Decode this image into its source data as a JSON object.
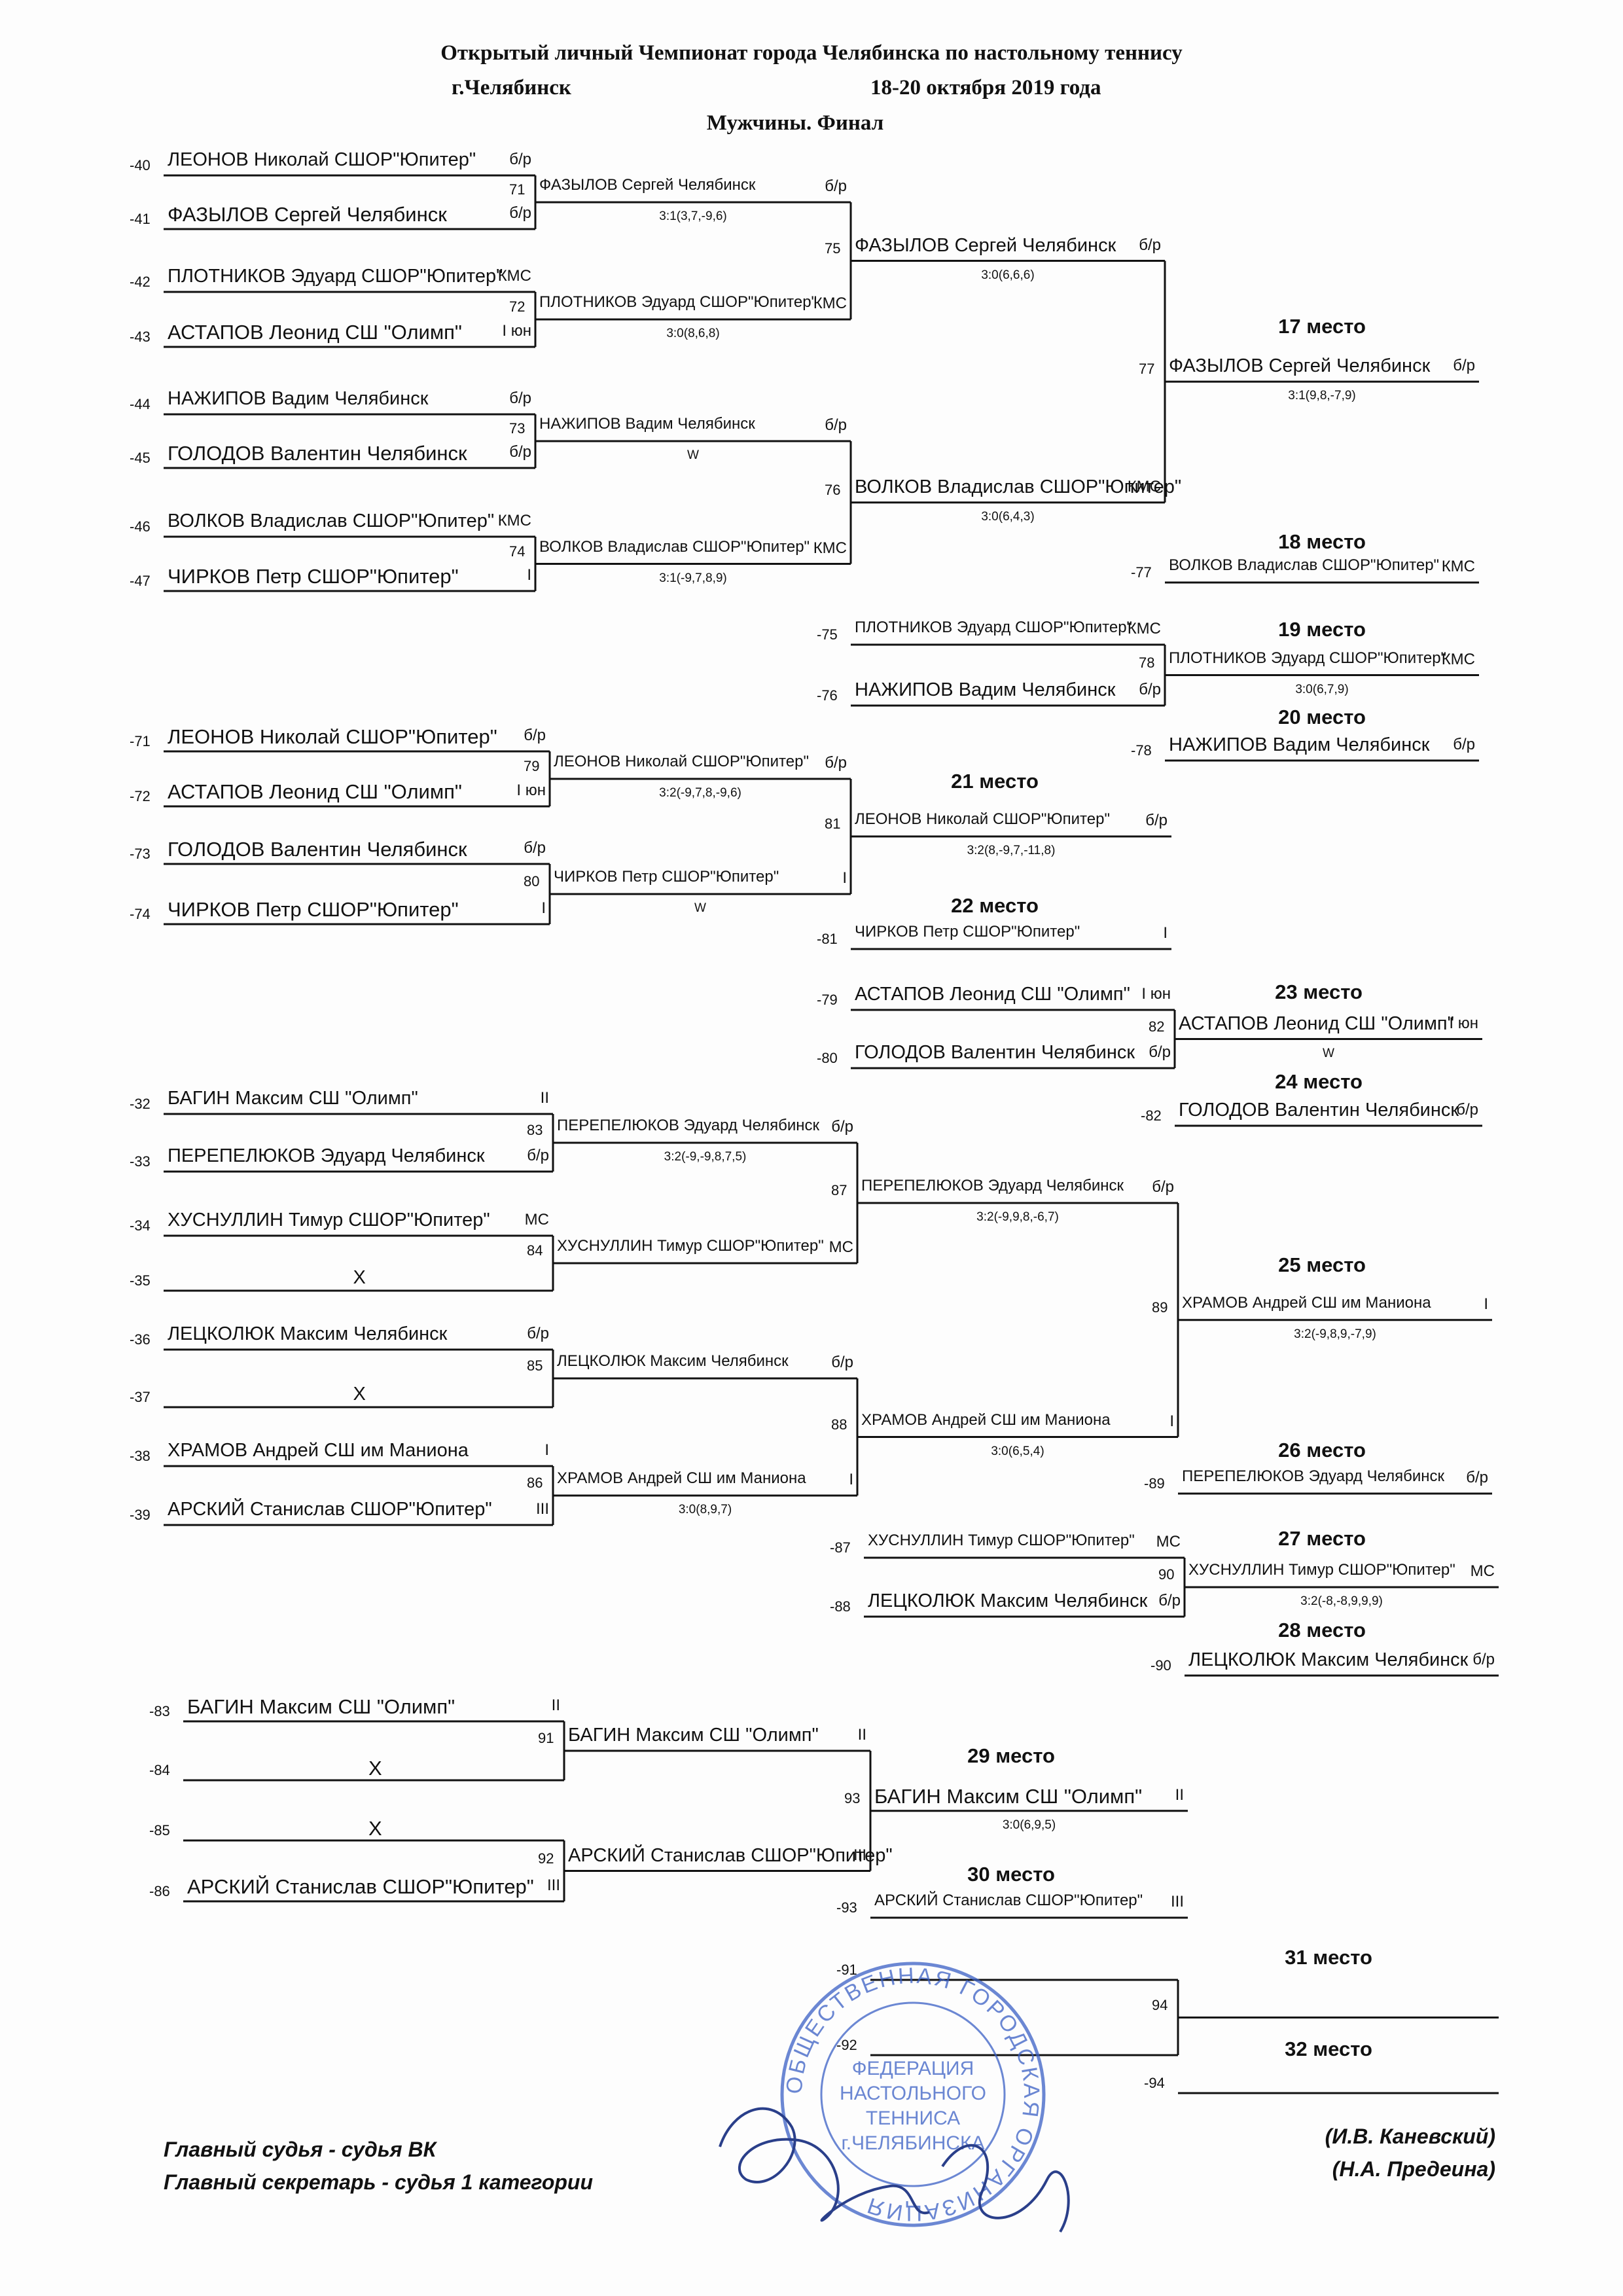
{
  "header": {
    "title": "Открытый  личный Чемпионат  города  Челябинска  по настольному теннису",
    "city": "г.Челябинск",
    "dates": "18-20 октября 2019 года",
    "subtitle": "Мужчины. Финал"
  },
  "bracket": {
    "r1_a": [
      {
        "code": "-40",
        "text": "ЛЕОНОВ Николай  СШОР\"Юпитер\"",
        "rank": "б/р"
      },
      {
        "code": "-41",
        "text": "ФАЗЫЛОВ Сергей  Челябинск",
        "rank": "б/р"
      },
      {
        "code": "-42",
        "text": "ПЛОТНИКОВ Эдуард  СШОР\"Юпитер\"",
        "rank": "КМС"
      },
      {
        "code": "-43",
        "text": "АСТАПОВ Леонид  СШ \"Олимп\"",
        "rank": "I юн"
      },
      {
        "code": "-44",
        "text": "НАЖИПОВ Вадим  Челябинск",
        "rank": "б/р"
      },
      {
        "code": "-45",
        "text": "ГОЛОДОВ Валентин  Челябинск",
        "rank": "б/р"
      },
      {
        "code": "-46",
        "text": "ВОЛКОВ Владислав  СШОР\"Юпитер\"",
        "rank": "КМС"
      },
      {
        "code": "-47",
        "text": "ЧИРКОВ Петр  СШОР\"Юпитер\"",
        "rank": "I"
      }
    ],
    "r2_a": [
      {
        "num": "71",
        "text": "ФАЗЫЛОВ Сергей  Челябинск",
        "rank": "б/р",
        "score": "3:1(3,7,-9,6)"
      },
      {
        "num": "72",
        "text": "ПЛОТНИКОВ Эдуард  СШОР\"Юпитер\"",
        "rank": "КМС",
        "score": "3:0(8,6,8)"
      },
      {
        "num": "73",
        "text": "НАЖИПОВ Вадим  Челябинск",
        "rank": "б/р",
        "score": "W"
      },
      {
        "num": "74",
        "text": "ВОЛКОВ Владислав  СШОР\"Юпитер\"",
        "rank": "КМС",
        "score": "3:1(-9,7,8,9)"
      }
    ],
    "r3_a": [
      {
        "num": "75",
        "text": "ФАЗЫЛОВ Сергей  Челябинск",
        "rank": "б/р",
        "score": "3:0(6,6,6)"
      },
      {
        "num": "76",
        "text": "ВОЛКОВ Владислав  СШОР\"Юпитер\"",
        "rank": "КМС",
        "score": "3:0(6,4,3)"
      }
    ],
    "m77": {
      "num": "77",
      "place": "17 место",
      "text": "ФАЗЫЛОВ Сергей  Челябинск",
      "rank": "б/р",
      "score": "3:1(9,8,-7,9)"
    },
    "p18": {
      "place": "18 место",
      "code": "-77",
      "text": "ВОЛКОВ Владислав  СШОР\"Юпитер\"",
      "rank": "КМС"
    },
    "m78": {
      "top": {
        "code": "-75",
        "text": "ПЛОТНИКОВ Эдуард  СШОР\"Юпитер\"",
        "rank": "КМС"
      },
      "bot": {
        "code": "-76",
        "text": "НАЖИПОВ Вадим  Челябинск",
        "rank": "б/р"
      },
      "num": "78",
      "place": "19 место",
      "text": "ПЛОТНИКОВ Эдуард  СШОР\"Юпитер\"",
      "rank": "КМС",
      "score": "3:0(6,7,9)"
    },
    "p20": {
      "place": "20 место",
      "code": "-78",
      "text": "НАЖИПОВ Вадим  Челябинск",
      "rank": "б/р"
    },
    "r1_b": [
      {
        "code": "-71",
        "text": "ЛЕОНОВ Николай  СШОР\"Юпитер\"",
        "rank": "б/р"
      },
      {
        "code": "-72",
        "text": "АСТАПОВ Леонид  СШ \"Олимп\"",
        "rank": "I юн"
      },
      {
        "code": "-73",
        "text": "ГОЛОДОВ Валентин  Челябинск",
        "rank": "б/р"
      },
      {
        "code": "-74",
        "text": "ЧИРКОВ Петр  СШОР\"Юпитер\"",
        "rank": "I"
      }
    ],
    "r2_b": [
      {
        "num": "79",
        "text": "ЛЕОНОВ Николай  СШОР\"Юпитер\"",
        "rank": "б/р",
        "score": "3:2(-9,7,8,-9,6)"
      },
      {
        "num": "80",
        "text": "ЧИРКОВ Петр  СШОР\"Юпитер\"",
        "rank": "I",
        "score": "W"
      }
    ],
    "m81": {
      "num": "81",
      "place": "21 место",
      "text": "ЛЕОНОВ Николай  СШОР\"Юпитер\"",
      "rank": "б/р",
      "score": "3:2(8,-9,7,-11,8)"
    },
    "p22": {
      "place": "22 место",
      "code": "-81",
      "text": "ЧИРКОВ Петр  СШОР\"Юпитер\"",
      "rank": "I"
    },
    "m82": {
      "top": {
        "code": "-79",
        "text": "АСТАПОВ Леонид  СШ \"Олимп\"",
        "rank": "I юн"
      },
      "bot": {
        "code": "-80",
        "text": "ГОЛОДОВ Валентин  Челябинск",
        "rank": "б/р"
      },
      "num": "82",
      "place": "23 место",
      "text": "АСТАПОВ Леонид  СШ \"Олимп\"",
      "rank": "I юн",
      "score": "W"
    },
    "p24": {
      "place": "24 место",
      "code": "-82",
      "text": "ГОЛОДОВ Валентин  Челябинск",
      "rank": "б/р"
    },
    "r1_c": [
      {
        "code": "-32",
        "text": "БАГИН Максим  СШ \"Олимп\"",
        "rank": "II"
      },
      {
        "code": "-33",
        "text": "ПЕРЕПЕЛЮКОВ Эдуард  Челябинск",
        "rank": "б/р"
      },
      {
        "code": "-34",
        "text": "ХУСНУЛЛИН Тимур  СШОР\"Юпитер\"",
        "rank": "МС"
      },
      {
        "code": "-35",
        "text": "Х",
        "rank": ""
      },
      {
        "code": "-36",
        "text": "ЛЕЦКОЛЮК Максим  Челябинск",
        "rank": "б/р"
      },
      {
        "code": "-37",
        "text": "Х",
        "rank": ""
      },
      {
        "code": "-38",
        "text": "ХРАМОВ Андрей  СШ им Маниона",
        "rank": "I"
      },
      {
        "code": "-39",
        "text": "АРСКИЙ Станислав  СШОР\"Юпитер\"",
        "rank": "III"
      }
    ],
    "r2_c": [
      {
        "num": "83",
        "text": "ПЕРЕПЕЛЮКОВ Эдуард  Челябинск",
        "rank": "б/р",
        "score": "3:2(-9,-9,8,7,5)"
      },
      {
        "num": "84",
        "text": "ХУСНУЛЛИН Тимур  СШОР\"Юпитер\"",
        "rank": "МС",
        "score": ""
      },
      {
        "num": "85",
        "text": "ЛЕЦКОЛЮК Максим  Челябинск",
        "rank": "б/р",
        "score": ""
      },
      {
        "num": "86",
        "text": "ХРАМОВ Андрей  СШ им Маниона",
        "rank": "I",
        "score": "3:0(8,9,7)"
      }
    ],
    "r3_c": [
      {
        "num": "87",
        "text": "ПЕРЕПЕЛЮКОВ Эдуард  Челябинск",
        "rank": "б/р",
        "score": "3:2(-9,9,8,-6,7)"
      },
      {
        "num": "88",
        "text": "ХРАМОВ Андрей  СШ им Маниона",
        "rank": "I",
        "score": "3:0(6,5,4)"
      }
    ],
    "m89": {
      "num": "89",
      "place": "25 место",
      "text": "ХРАМОВ Андрей  СШ им Маниона",
      "rank": "I",
      "score": "3:2(-9,8,9,-7,9)"
    },
    "p26": {
      "place": "26 место",
      "code": "-89",
      "text": "ПЕРЕПЕЛЮКОВ Эдуард  Челябинск",
      "rank": "б/р"
    },
    "m90": {
      "top": {
        "code": "-87",
        "text": "ХУСНУЛЛИН Тимур  СШОР\"Юпитер\"",
        "rank": "МС"
      },
      "bot": {
        "code": "-88",
        "text": "ЛЕЦКОЛЮК Максим  Челябинск",
        "rank": "б/р"
      },
      "num": "90",
      "place": "27 место",
      "text": "ХУСНУЛЛИН Тимур  СШОР\"Юпитер\"",
      "rank": "МС",
      "score": "3:2(-8,-8,9,9,9)"
    },
    "p28": {
      "place": "28 место",
      "code": "-90",
      "text": "ЛЕЦКОЛЮК Максим  Челябинск",
      "rank": "б/р"
    },
    "r1_d": [
      {
        "code": "-83",
        "text": "БАГИН Максим  СШ \"Олимп\"",
        "rank": "II"
      },
      {
        "code": "-84",
        "text": "Х",
        "rank": ""
      },
      {
        "code": "-85",
        "text": "Х",
        "rank": ""
      },
      {
        "code": "-86",
        "text": "АРСКИЙ Станислав  СШОР\"Юпитер\"",
        "rank": "III"
      }
    ],
    "r2_d": [
      {
        "num": "91",
        "text": "БАГИН Максим  СШ \"Олимп\"",
        "rank": "II",
        "score": ""
      },
      {
        "num": "92",
        "text": "АРСКИЙ Станислав  СШОР\"Юпитер\"",
        "rank": "III",
        "score": ""
      }
    ],
    "m93": {
      "num": "93",
      "place": "29 место",
      "text": "БАГИН Максим  СШ \"Олимп\"",
      "rank": "II",
      "score": "3:0(6,9,5)"
    },
    "p30": {
      "place": "30 место",
      "code": "-93",
      "text": "АРСКИЙ Станислав  СШОР\"Юпитер\"",
      "rank": "III"
    },
    "m94": {
      "top_code": "-91",
      "bot_code": "-92",
      "num": "94",
      "place": "31 место"
    },
    "p32": {
      "place": "32 место",
      "code": "-94"
    }
  },
  "footer": {
    "judge_label": "Главный судья - судья ВК",
    "secretary_label": "Главный секретарь - судья 1 категории",
    "judge_name": "(И.В. Каневский)",
    "secretary_name": "(Н.А. Предеина)"
  },
  "stamp": {
    "text": "ОБЩЕСТВЕННАЯ ГОРОДСКАЯ ОРГАНИЗАЦИЯ ФЕДЕРАЦИЯ НАСТОЛЬНОГО ТЕННИСА г.ЧЕЛЯБИНСКА",
    "color": "#3a5fc4"
  }
}
